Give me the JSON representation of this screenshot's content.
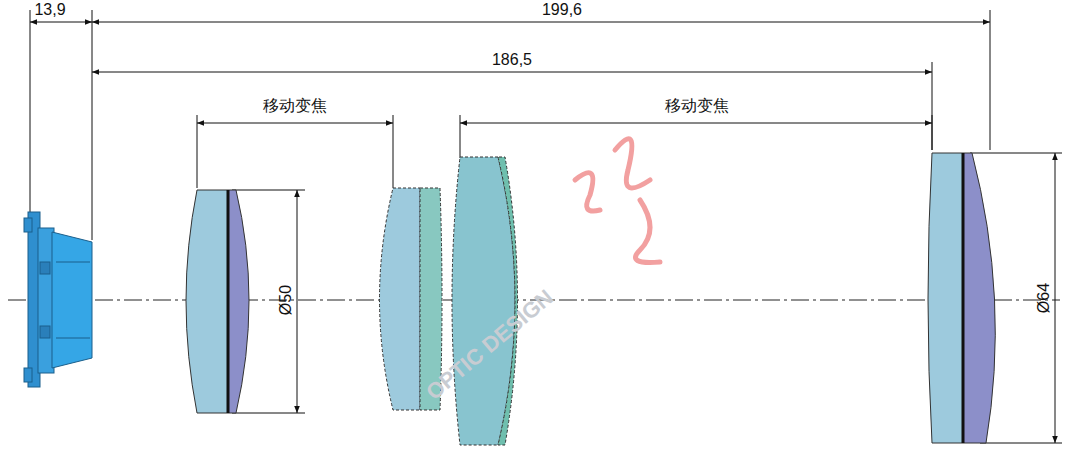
{
  "diagram": {
    "labels": [
      "13,9",
      "199,6",
      "186,5",
      "移动变焦",
      "移动变焦",
      "Ø50",
      "Ø64",
      "OPTIC DESIGN"
    ]
  }
}
